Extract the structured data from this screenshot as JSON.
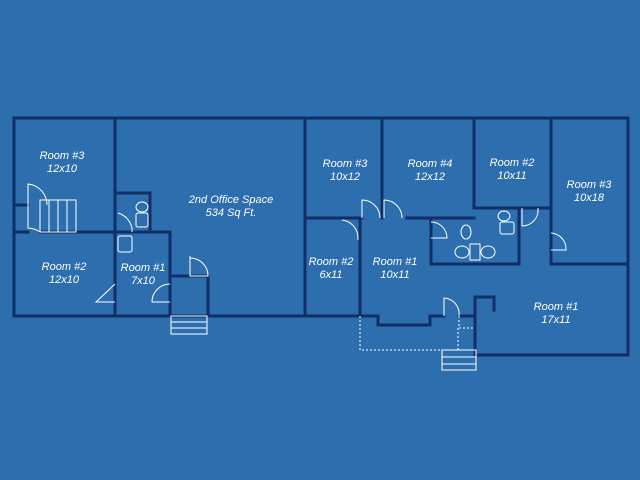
{
  "colors": {
    "background": "#2d6fae",
    "walls": "#0f2f66",
    "lines": "#ffffff",
    "fixtures": "#d8eef8"
  },
  "rooms": [
    {
      "id": "left-room-3",
      "name": "Room #3",
      "size": "12x10"
    },
    {
      "id": "left-room-2",
      "name": "Room #2",
      "size": "12x10"
    },
    {
      "id": "left-room-1",
      "name": "Room #1",
      "size": "7x10"
    },
    {
      "id": "office-space",
      "name": "2nd Office Space",
      "size": "534 Sq Ft."
    },
    {
      "id": "right-room-3a",
      "name": "Room #3",
      "size": "10x12"
    },
    {
      "id": "right-room-4",
      "name": "Room #4",
      "size": "12x12"
    },
    {
      "id": "right-room-2a",
      "name": "Room #2",
      "size": "10x11"
    },
    {
      "id": "right-room-3b",
      "name": "Room #3",
      "size": "10x18"
    },
    {
      "id": "right-room-2b",
      "name": "Room #2",
      "size": "6x11"
    },
    {
      "id": "right-room-1a",
      "name": "Room #1",
      "size": "10x11"
    },
    {
      "id": "right-room-1b",
      "name": "Room #1",
      "size": "17x11"
    }
  ],
  "fixtures": [
    {
      "id": "toilet-left",
      "icon": "toilet-icon"
    },
    {
      "id": "sink-left",
      "icon": "sink-icon"
    },
    {
      "id": "toilet-right",
      "icon": "toilet-icon"
    },
    {
      "id": "sinks-right",
      "icon": "sink-icon"
    },
    {
      "id": "stairs-left",
      "icon": "stairs-icon"
    },
    {
      "id": "stairs-right",
      "icon": "stairs-icon"
    }
  ]
}
